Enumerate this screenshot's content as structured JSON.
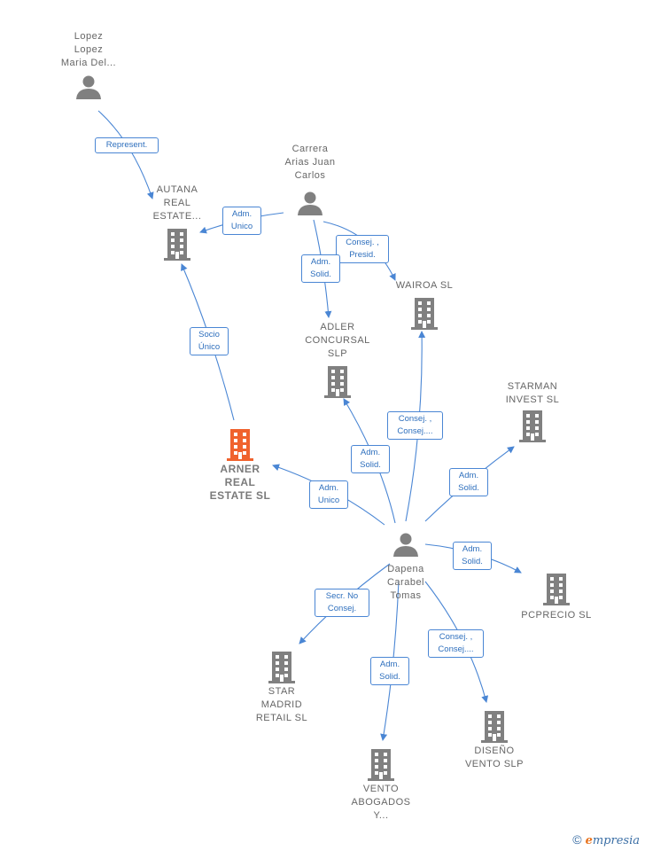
{
  "nodes": {
    "lopez": {
      "label": "Lopez\nLopez\nMaria Del..."
    },
    "carrera": {
      "label": "Carrera\nArias Juan\nCarlos"
    },
    "dapena": {
      "label": "Dapena\nCarabel\nTomas"
    },
    "autana": {
      "label": "AUTANA\nREAL\nESTATE..."
    },
    "wairoa": {
      "label": "WAIROA  SL"
    },
    "adler": {
      "label": "ADLER\nCONCURSAL\nSLP"
    },
    "starman": {
      "label": "STARMAN\nINVEST  SL"
    },
    "arner": {
      "label": "ARNER\nREAL\nESTATE  SL"
    },
    "pcprecio": {
      "label": "PCPRECIO  SL"
    },
    "starmadrid": {
      "label": "STAR\nMADRID\nRETAIL  SL"
    },
    "disenovento": {
      "label": "DISEÑO\nVENTO  SLP"
    },
    "ventoabogados": {
      "label": "VENTO\nABOGADOS\nY..."
    }
  },
  "edges": {
    "e1": "Represent.",
    "e2": "Adm.\nUnico",
    "e3": "Consej. ,\nPresid.",
    "e4": "Adm.\nSolid.",
    "e5": "Socio\nÚnico",
    "e6": "Consej. ,\nConsej....",
    "e7": "Adm.\nSolid.",
    "e8": "Adm.\nSolid.",
    "e9": "Adm.\nUnico",
    "e10": "Adm.\nSolid.",
    "e11": "Secr.  No\nConsej.",
    "e12": "Consej. ,\nConsej....",
    "e13": "Adm.\nSolid."
  },
  "colors": {
    "edge": "#4a86d4",
    "icon": "#808080",
    "highlight": "#f0622d"
  },
  "footer": {
    "copyright": "©",
    "brand_initial": "e",
    "brand_rest": "mpresia"
  }
}
